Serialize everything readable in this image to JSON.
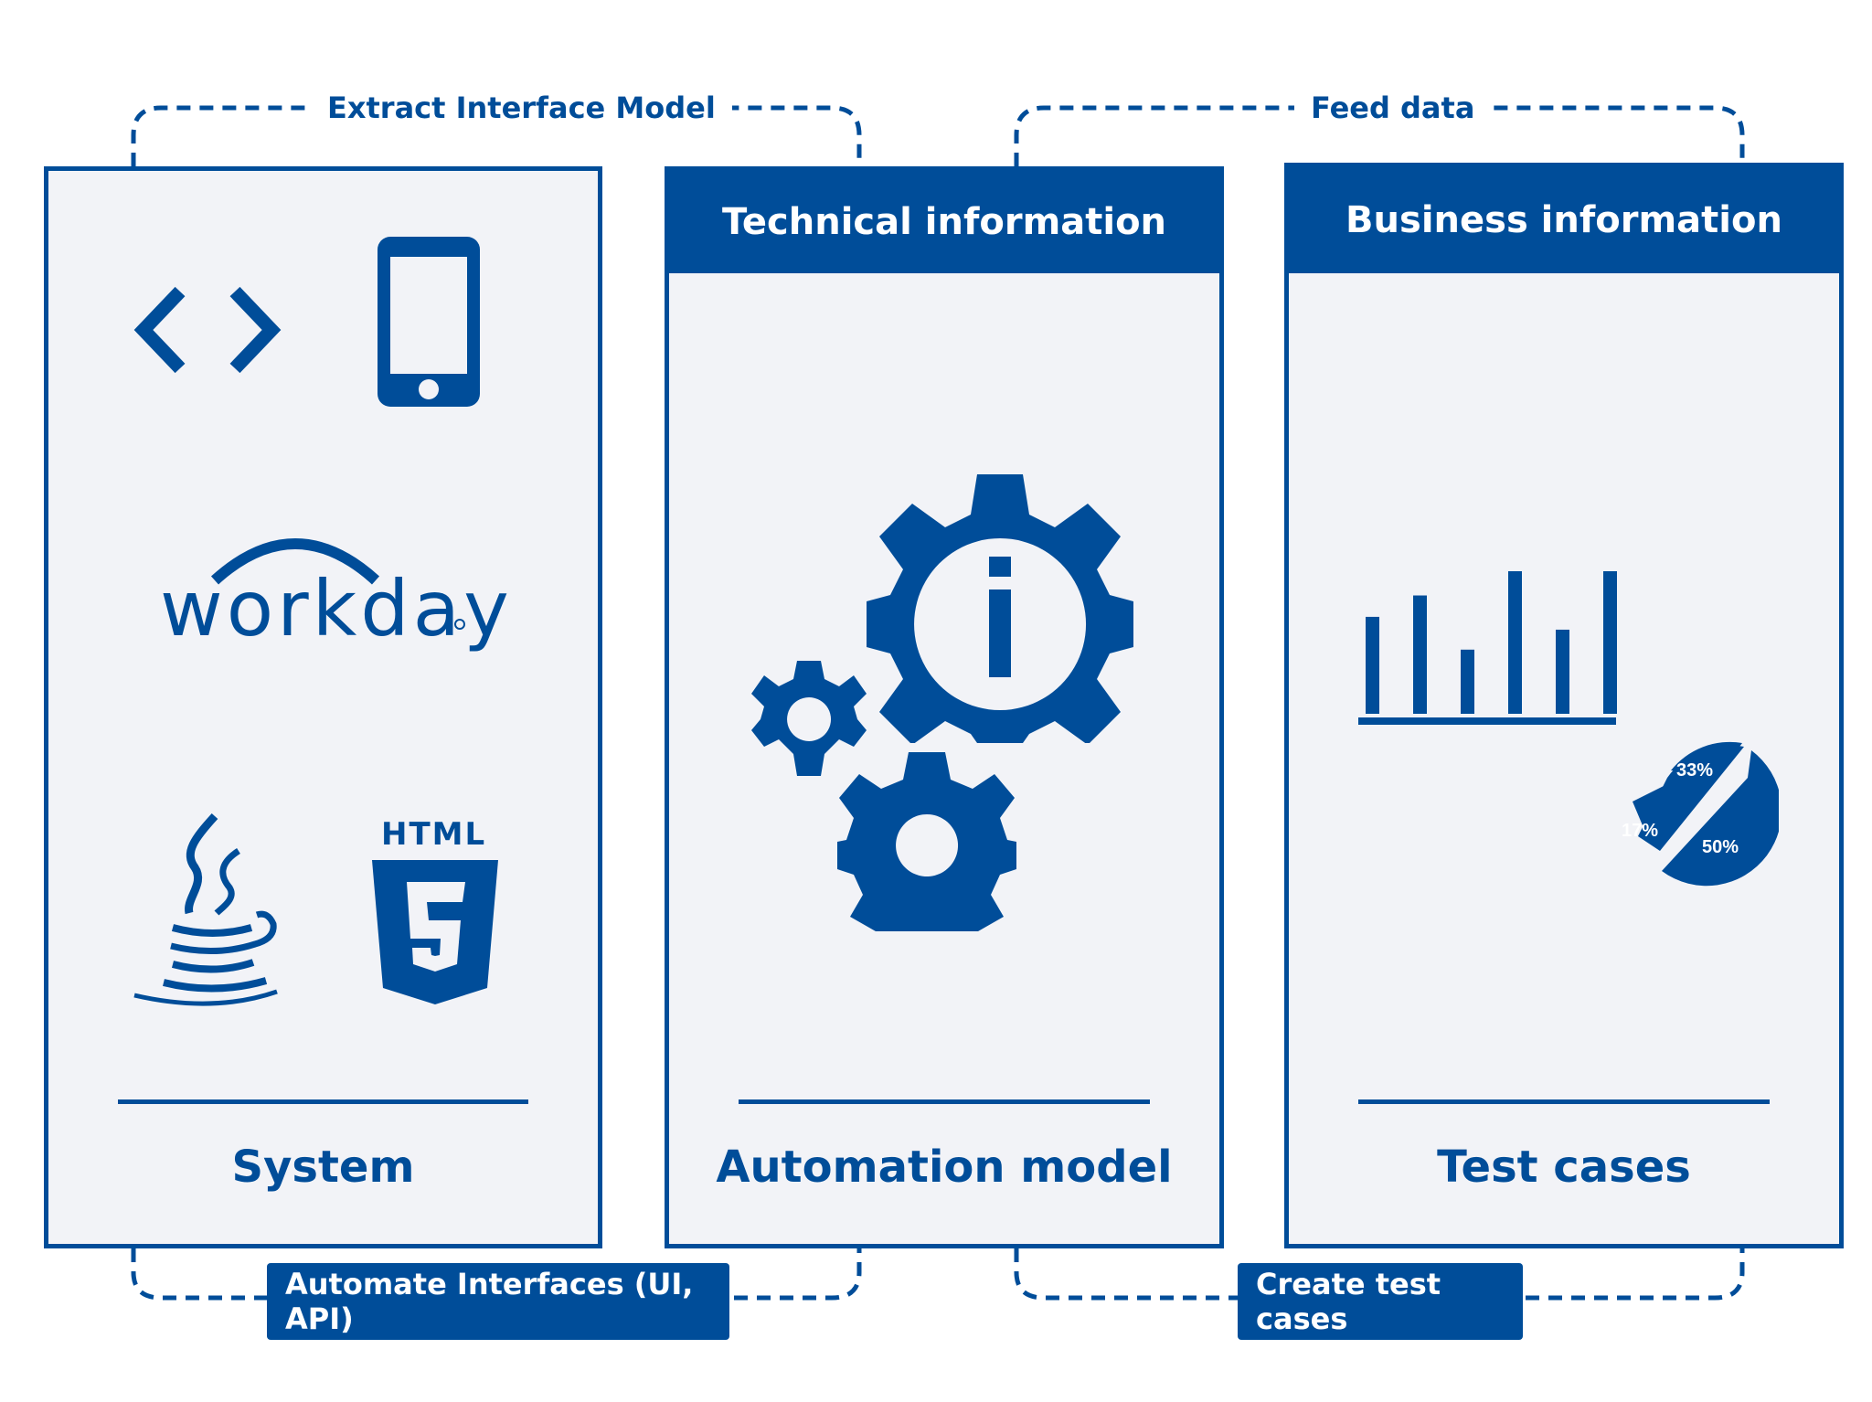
{
  "colors": {
    "brand": "#004d99",
    "panel_bg": "#f2f3f7",
    "background": "#ffffff"
  },
  "flows": {
    "extract_label": "Extract Interface Model",
    "feed_label": "Feed data",
    "automate_label": "Automate Interfaces (UI, API)",
    "create_label": "Create test cases"
  },
  "panels": {
    "system": {
      "footer": "System",
      "icons": [
        "code-brackets-icon",
        "smartphone-icon",
        "workday-logo",
        "java-logo",
        "html5-logo"
      ],
      "workday_logo_text": "workday",
      "html5_logo_text": "HTML"
    },
    "automation": {
      "header": "Technical information",
      "footer": "Automation model",
      "icons": [
        "info-gear-icon",
        "small-gear-icon",
        "medium-gear-icon"
      ]
    },
    "tests": {
      "header": "Business information",
      "footer": "Test cases",
      "icons": [
        "bar-chart-icon",
        "pie-chart-icon"
      ],
      "bar_levels": [
        0.68,
        0.83,
        0.45,
        1.0,
        0.59,
        1.0
      ],
      "pie_labels": [
        "33%",
        "17%",
        "50%"
      ]
    }
  }
}
